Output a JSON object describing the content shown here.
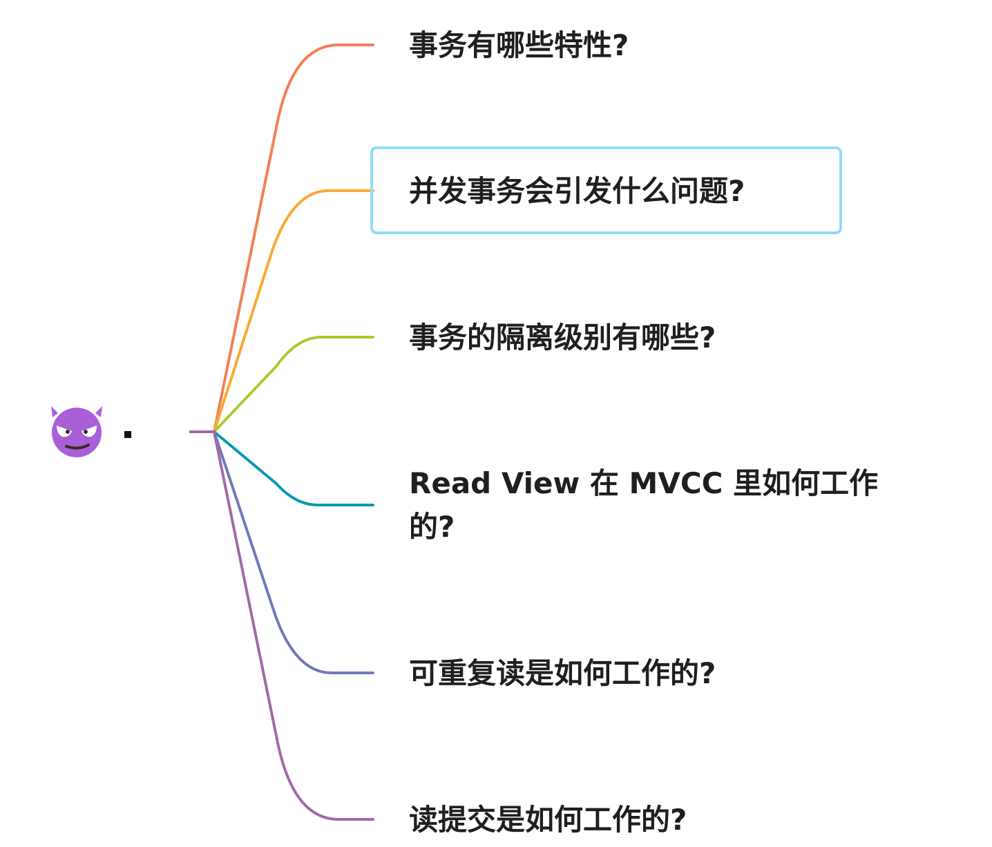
{
  "root": {
    "label": ".",
    "icon": "smiling-devil-icon"
  },
  "selected_index": 1,
  "selection_color": "#8fdcfb",
  "topics": [
    {
      "label": "事务有哪些特性?",
      "color": "#f47f55"
    },
    {
      "label": "并发事务会引发什么问题?",
      "color": "#f9aa34"
    },
    {
      "label": "事务的隔离级别有哪些?",
      "color": "#aec72e"
    },
    {
      "label_line1": "Read View 在 MVCC 里如何工作",
      "label_line2": "的?",
      "color": "#0899b0"
    },
    {
      "label": "可重复读是如何工作的?",
      "color": "#7178b9"
    },
    {
      "label": "读提交是如何工作的?",
      "color": "#a06aa6"
    }
  ]
}
